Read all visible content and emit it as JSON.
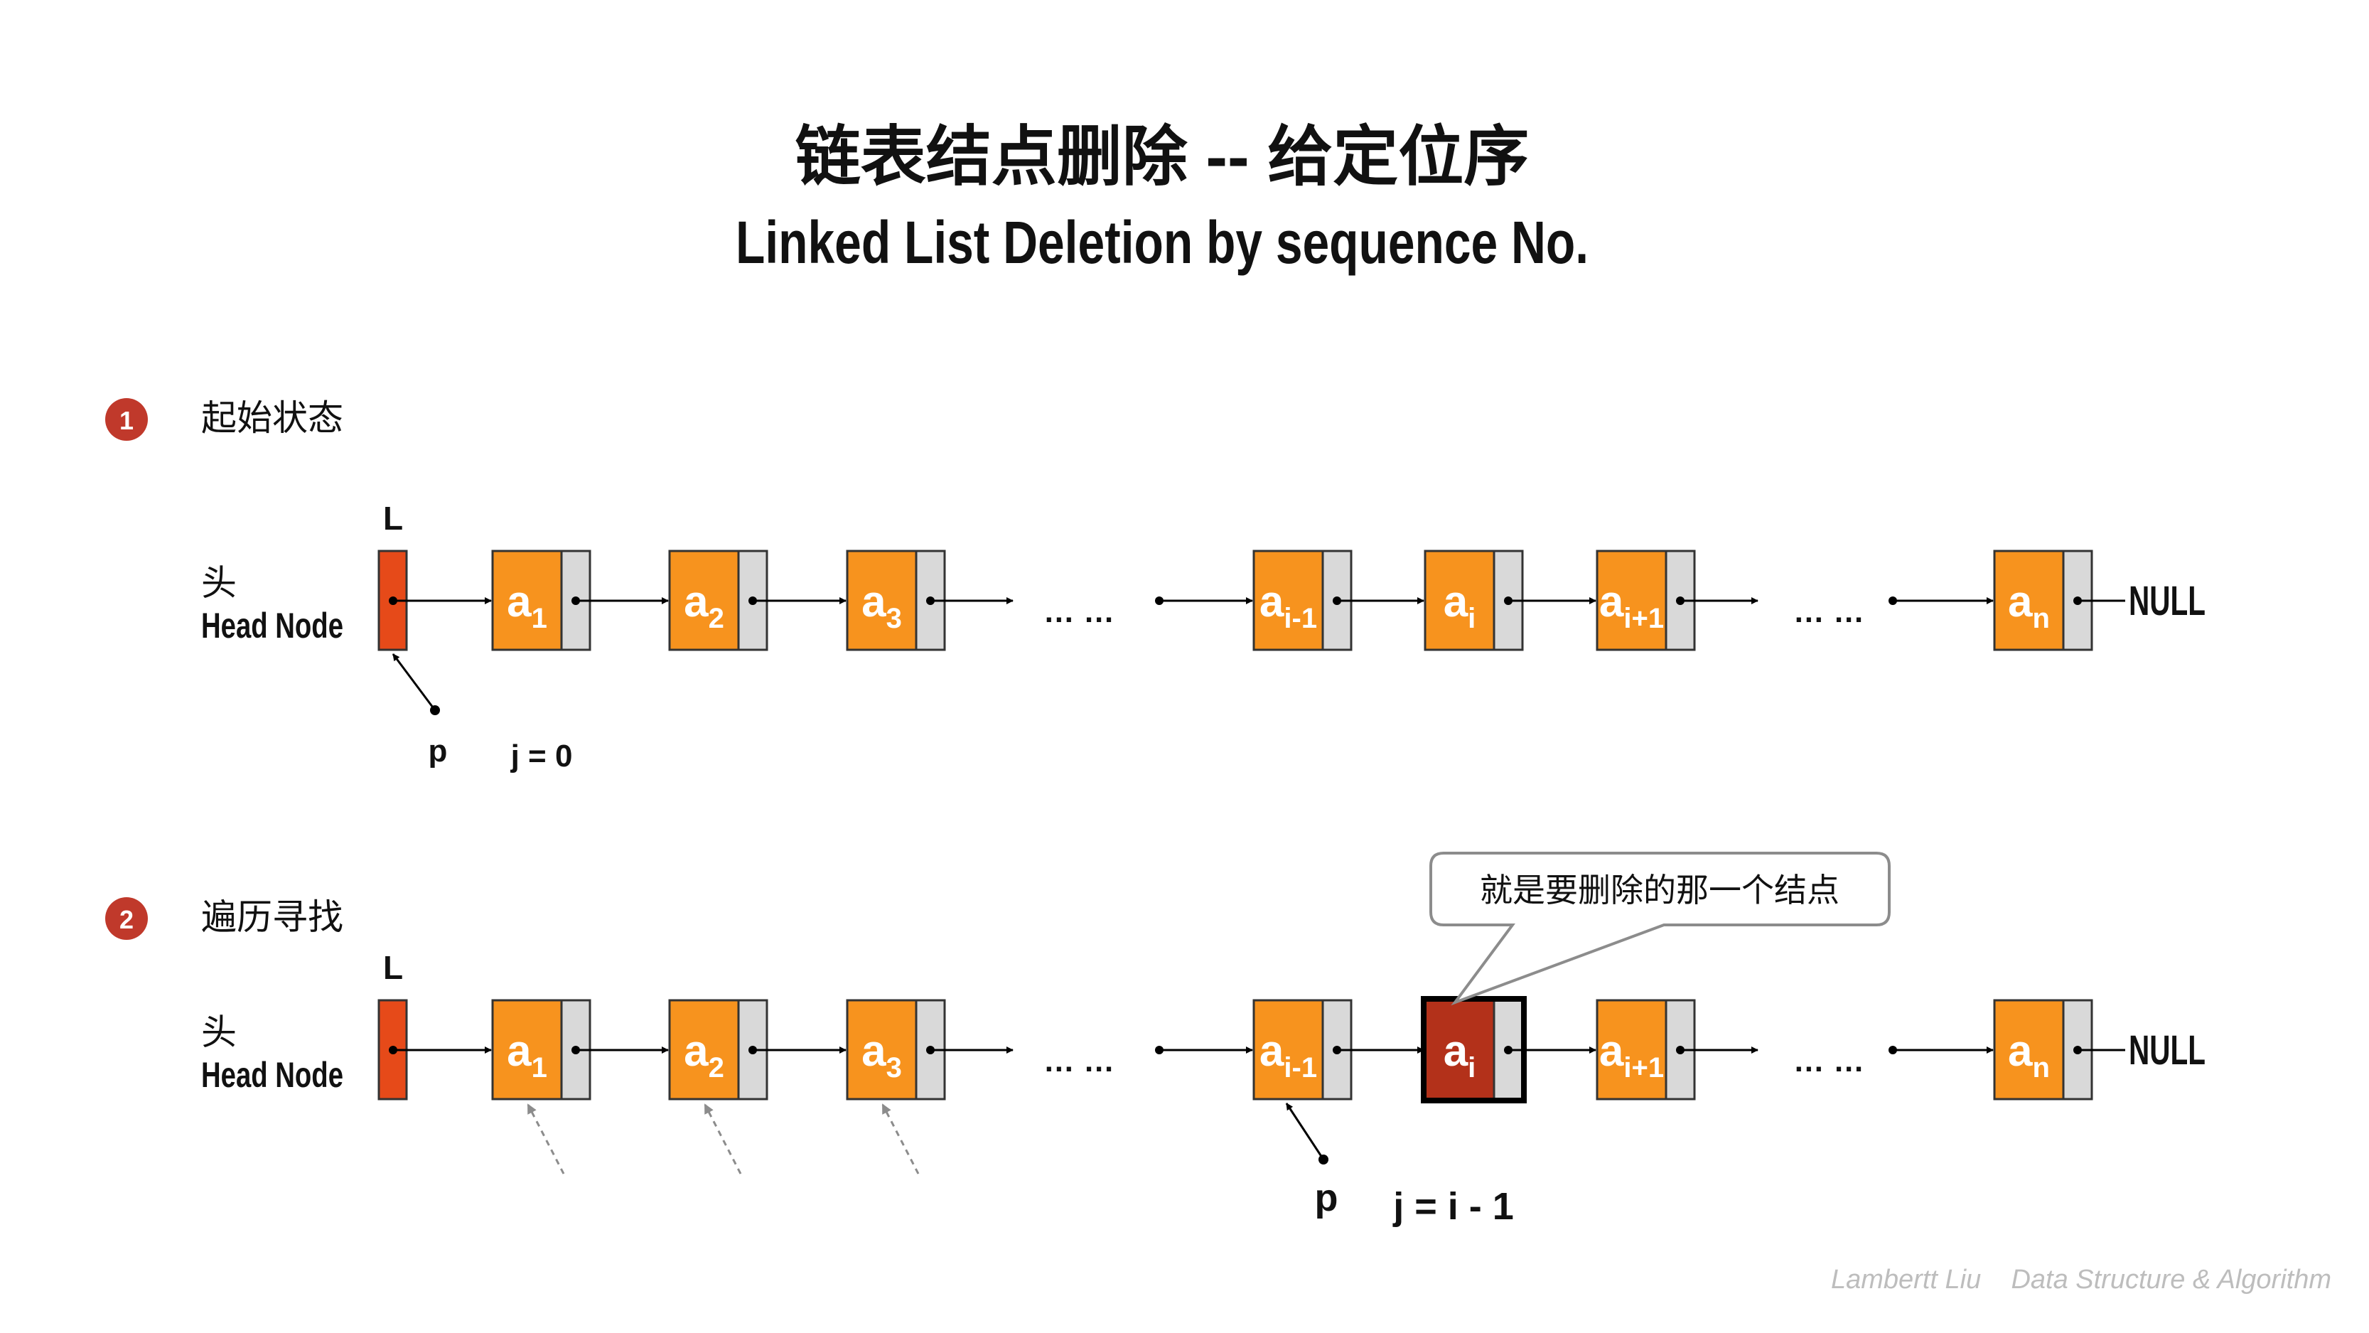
{
  "title": {
    "zh": "链表结点删除 -- 给定位序",
    "en": "Linked List Deletion by sequence No."
  },
  "colors": {
    "node_fill": "#F7931E",
    "pointer_fill": "#D9D9D9",
    "head_fill": "#E64A19",
    "target_fill": "#B3311A",
    "step_badge": "#C0392B",
    "arrow": "#000000",
    "hint_arrow": "#8C8C8C"
  },
  "sections": [
    {
      "number": "1",
      "label": "起始状态",
      "head_label_zh": "头",
      "head_label_en": "Head Node",
      "list_label": "L",
      "pointer_label": "p",
      "counter_label": "j = 0",
      "ellipsis": [
        "… …",
        "… …"
      ],
      "null_label": "NULL",
      "nodes": [
        {
          "base": "a",
          "sub": "1"
        },
        {
          "base": "a",
          "sub": "2"
        },
        {
          "base": "a",
          "sub": "3"
        },
        {
          "base": "a",
          "sub": "i-1"
        },
        {
          "base": "a",
          "sub": "i"
        },
        {
          "base": "a",
          "sub": "i+1"
        },
        {
          "base": "a",
          "sub": "n"
        }
      ]
    },
    {
      "number": "2",
      "label": "遍历寻找",
      "head_label_zh": "头",
      "head_label_en": "Head Node",
      "list_label": "L",
      "pointer_label": "p",
      "counter_label": "j = i - 1",
      "ellipsis": [
        "… …",
        "… …"
      ],
      "null_label": "NULL",
      "callout": "就是要删除的那一个结点",
      "nodes": [
        {
          "base": "a",
          "sub": "1"
        },
        {
          "base": "a",
          "sub": "2"
        },
        {
          "base": "a",
          "sub": "3"
        },
        {
          "base": "a",
          "sub": "i-1"
        },
        {
          "base": "a",
          "sub": "i"
        },
        {
          "base": "a",
          "sub": "i+1"
        },
        {
          "base": "a",
          "sub": "n"
        }
      ]
    }
  ],
  "footer": "Lambertt Liu    Data Structure & Algorithm"
}
